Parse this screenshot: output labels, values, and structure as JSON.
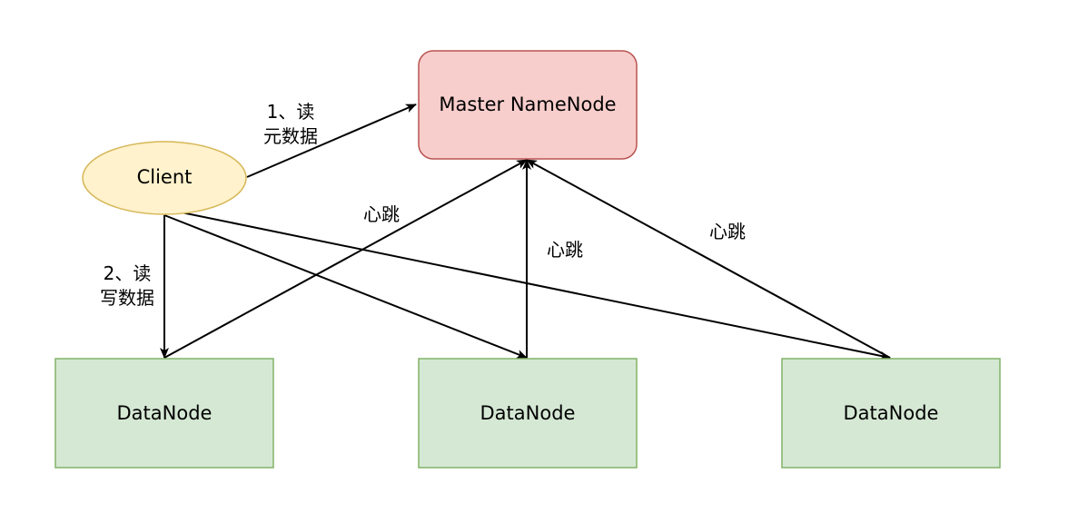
{
  "nodes": {
    "master": {
      "label": "Master NameNode"
    },
    "client": {
      "label": "Client"
    },
    "datanode_1": {
      "label": "DataNode"
    },
    "datanode_2": {
      "label": "DataNode"
    },
    "datanode_3": {
      "label": "DataNode"
    }
  },
  "edge_labels": {
    "read_metadata_line1": "1、读",
    "read_metadata_line2": "元数据",
    "rw_data_line1": "2、读",
    "rw_data_line2": "写数据",
    "heartbeat_1": "心跳",
    "heartbeat_2": "心跳",
    "heartbeat_3": "心跳"
  },
  "colors": {
    "master_fill": "#f8cecc",
    "master_stroke": "#b85450",
    "client_fill": "#fff2cc",
    "client_stroke": "#d6b656",
    "datanode_fill": "#d5e8d4",
    "datanode_stroke": "#82b366"
  }
}
